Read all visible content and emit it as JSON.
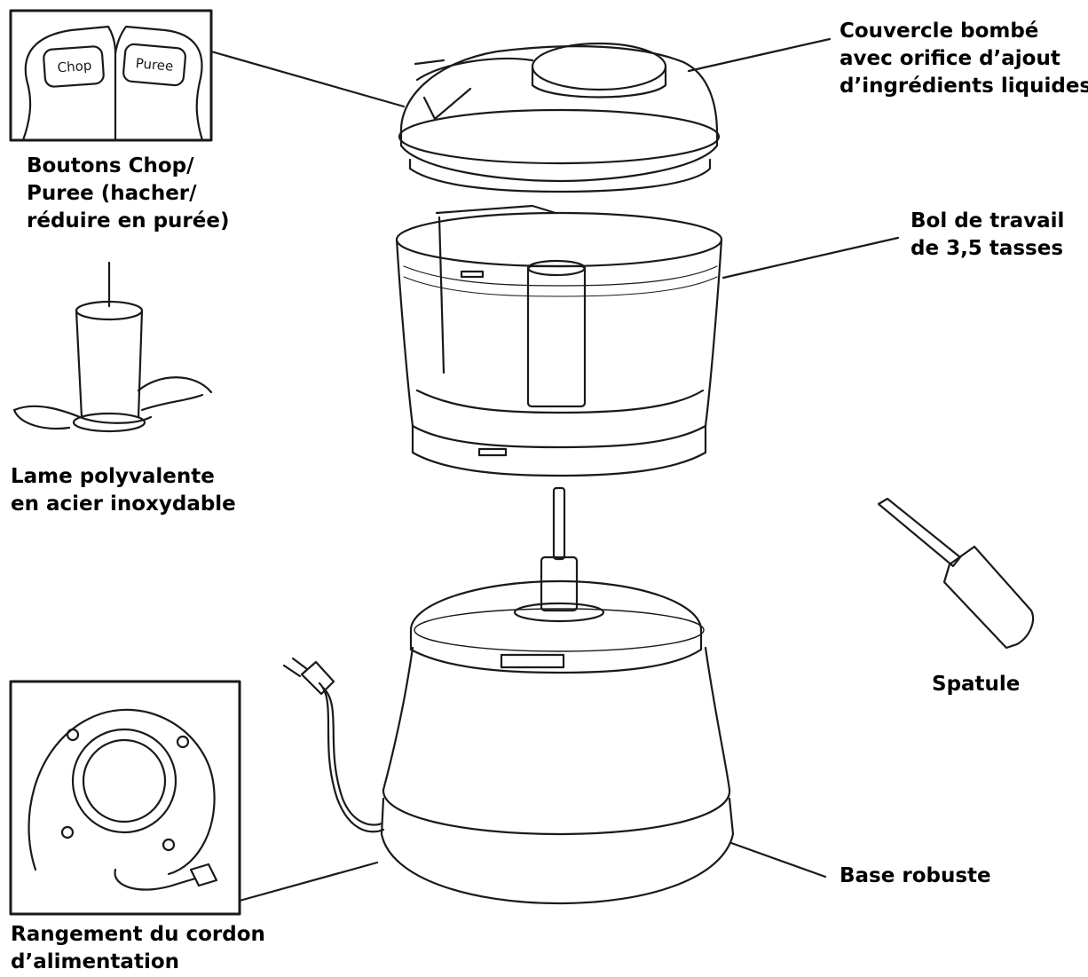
{
  "diagram": {
    "buttons": {
      "chop": "Chop",
      "puree": "Puree"
    },
    "labels": {
      "lid": [
        "Couvercle bombé",
        "avec orifice d’ajout",
        "d’ingrédients liquides"
      ],
      "buttons": [
        "Boutons Chop/",
        "Puree (hacher/",
        "réduire en purée)"
      ],
      "bowl": [
        "Bol de travail",
        "de 3,5 tasses"
      ],
      "blade": [
        "Lame polyvalente",
        "en acier inoxydable"
      ],
      "spatula": [
        "Spatule"
      ],
      "base": [
        "Base robuste"
      ],
      "cord": [
        "Rangement du cordon",
        "d’alimentation"
      ]
    },
    "colors": {
      "ink": "#1a1a1a",
      "background": "#ffffff"
    }
  }
}
